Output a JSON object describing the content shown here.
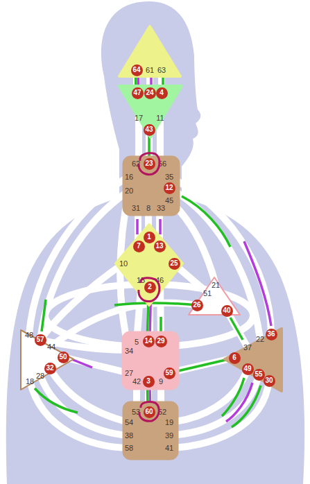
{
  "diagram": {
    "nodes": [
      {
        "text": [
          "61",
          "63"
        ]
      },
      {
        "text": [
          "64"
        ],
        "in": 0
      },
      {
        "text": [
          "17",
          "11"
        ]
      },
      {
        "text": [
          "47"
        ],
        "in": 2
      },
      {
        "text": [
          "24"
        ],
        "in": 2
      },
      {
        "text": [
          "4"
        ],
        "in": 2
      },
      {
        "text": [
          "43"
        ],
        "in": 2
      },
      {
        "text": [
          "62",
          "56",
          "16",
          "35",
          "20",
          "45",
          "31",
          "8",
          "33"
        ]
      },
      {
        "text": [
          "23"
        ],
        "in": 7
      },
      {
        "text": [
          "12"
        ],
        "in": 7
      },
      {
        "text": [
          "10",
          "15",
          "46"
        ]
      },
      {
        "text": [
          "1"
        ],
        "in": 10
      },
      {
        "text": [
          "7"
        ],
        "in": 10
      },
      {
        "text": [
          "13"
        ],
        "in": 10
      },
      {
        "text": [
          "25"
        ],
        "in": 10
      },
      {
        "text": [
          "2"
        ],
        "in": 10
      },
      {
        "text": [
          "21",
          "51"
        ]
      },
      {
        "text": [
          "26"
        ],
        "in": 16
      },
      {
        "text": [
          "40"
        ],
        "in": 16
      },
      {
        "text": [
          "48",
          "44",
          "28",
          "18"
        ]
      },
      {
        "text": [
          "57"
        ],
        "in": 19
      },
      {
        "text": [
          "50"
        ],
        "in": 19
      },
      {
        "text": [
          "32"
        ],
        "in": 19
      },
      {
        "text": [
          "5",
          "34",
          "27",
          "42",
          "9"
        ]
      },
      {
        "text": [
          "14"
        ],
        "in": 23
      },
      {
        "text": [
          "29"
        ],
        "in": 23
      },
      {
        "text": [
          "59"
        ],
        "in": 23
      },
      {
        "text": [
          "3"
        ],
        "in": 23
      },
      {
        "text": [
          "22",
          "37"
        ]
      },
      {
        "text": [
          "6"
        ],
        "in": 28
      },
      {
        "text": [
          "49"
        ],
        "in": 28
      },
      {
        "text": [
          "55"
        ],
        "in": 28
      },
      {
        "text": [
          "30"
        ],
        "in": 28
      },
      {
        "text": [
          "36"
        ],
        "in": 28
      },
      {
        "text": [
          "53",
          "52",
          "54",
          "19",
          "38",
          "39",
          "58",
          "41"
        ]
      },
      {
        "text": [
          "60"
        ],
        "in": 34
      }
    ],
    "edges": [
      {
        "from": 1,
        "to": 3,
        "arrow": "none"
      },
      {
        "from": 6,
        "to": 8,
        "arrow": "none"
      },
      {
        "from": 15,
        "to": 24,
        "arrow": "none"
      },
      {
        "from": 27,
        "to": 35,
        "arrow": "none"
      },
      {
        "from": 26,
        "to": 29,
        "arrow": "none"
      }
    ]
  }
}
